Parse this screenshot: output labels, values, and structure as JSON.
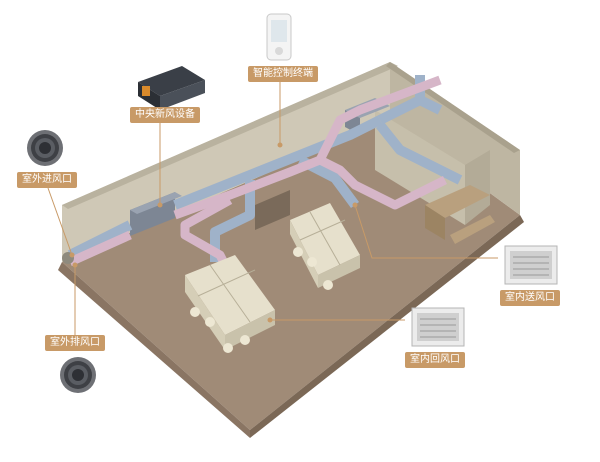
{
  "labels": {
    "smart_control_terminal": "智能控制终端",
    "central_fresh_air_unit": "中央新风设备",
    "outdoor_air_intake": "室外进风口",
    "outdoor_exhaust": "室外排风口",
    "indoor_supply_vent": "室内送风口",
    "indoor_return_vent": "室内回风口"
  },
  "colors": {
    "accent": "#c89a67",
    "fresh_air_duct": "#9fb2c9",
    "exhaust_duct": "#d6b6c8",
    "floor": "#a08b77",
    "wall": "#cfc8b6"
  }
}
